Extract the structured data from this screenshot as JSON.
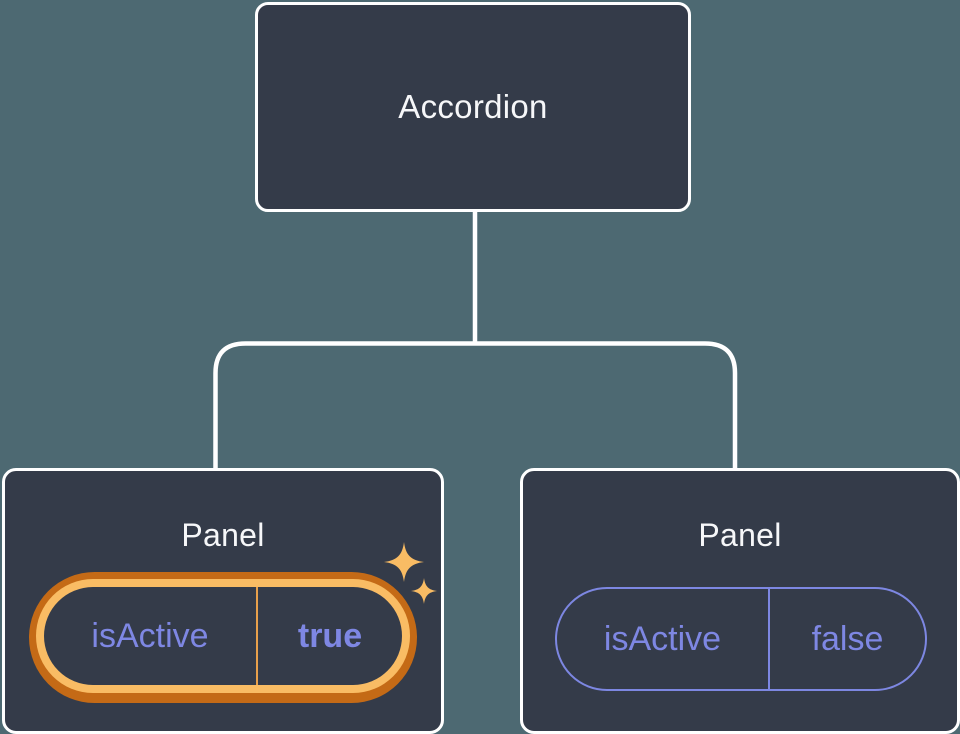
{
  "colors": {
    "background": "#4D6972",
    "node_fill": "#343B49",
    "node_border": "#FFFFFF",
    "connector": "#FFFFFF",
    "label_text": "#F6F7F9",
    "prop_text": "#7E87E3",
    "inactive_pill_border": "#7D87E2",
    "highlight_ring_outer": "#C46A16",
    "highlight_ring_inner": "#F9BC64",
    "highlight_divider": "#E8A04B",
    "sparkle": "#F9BC64"
  },
  "tree": {
    "root": {
      "label": "Accordion"
    },
    "children": [
      {
        "label": "Panel",
        "prop_name": "isActive",
        "prop_value": "true",
        "highlighted": true
      },
      {
        "label": "Panel",
        "prop_name": "isActive",
        "prop_value": "false",
        "highlighted": false
      }
    ]
  }
}
